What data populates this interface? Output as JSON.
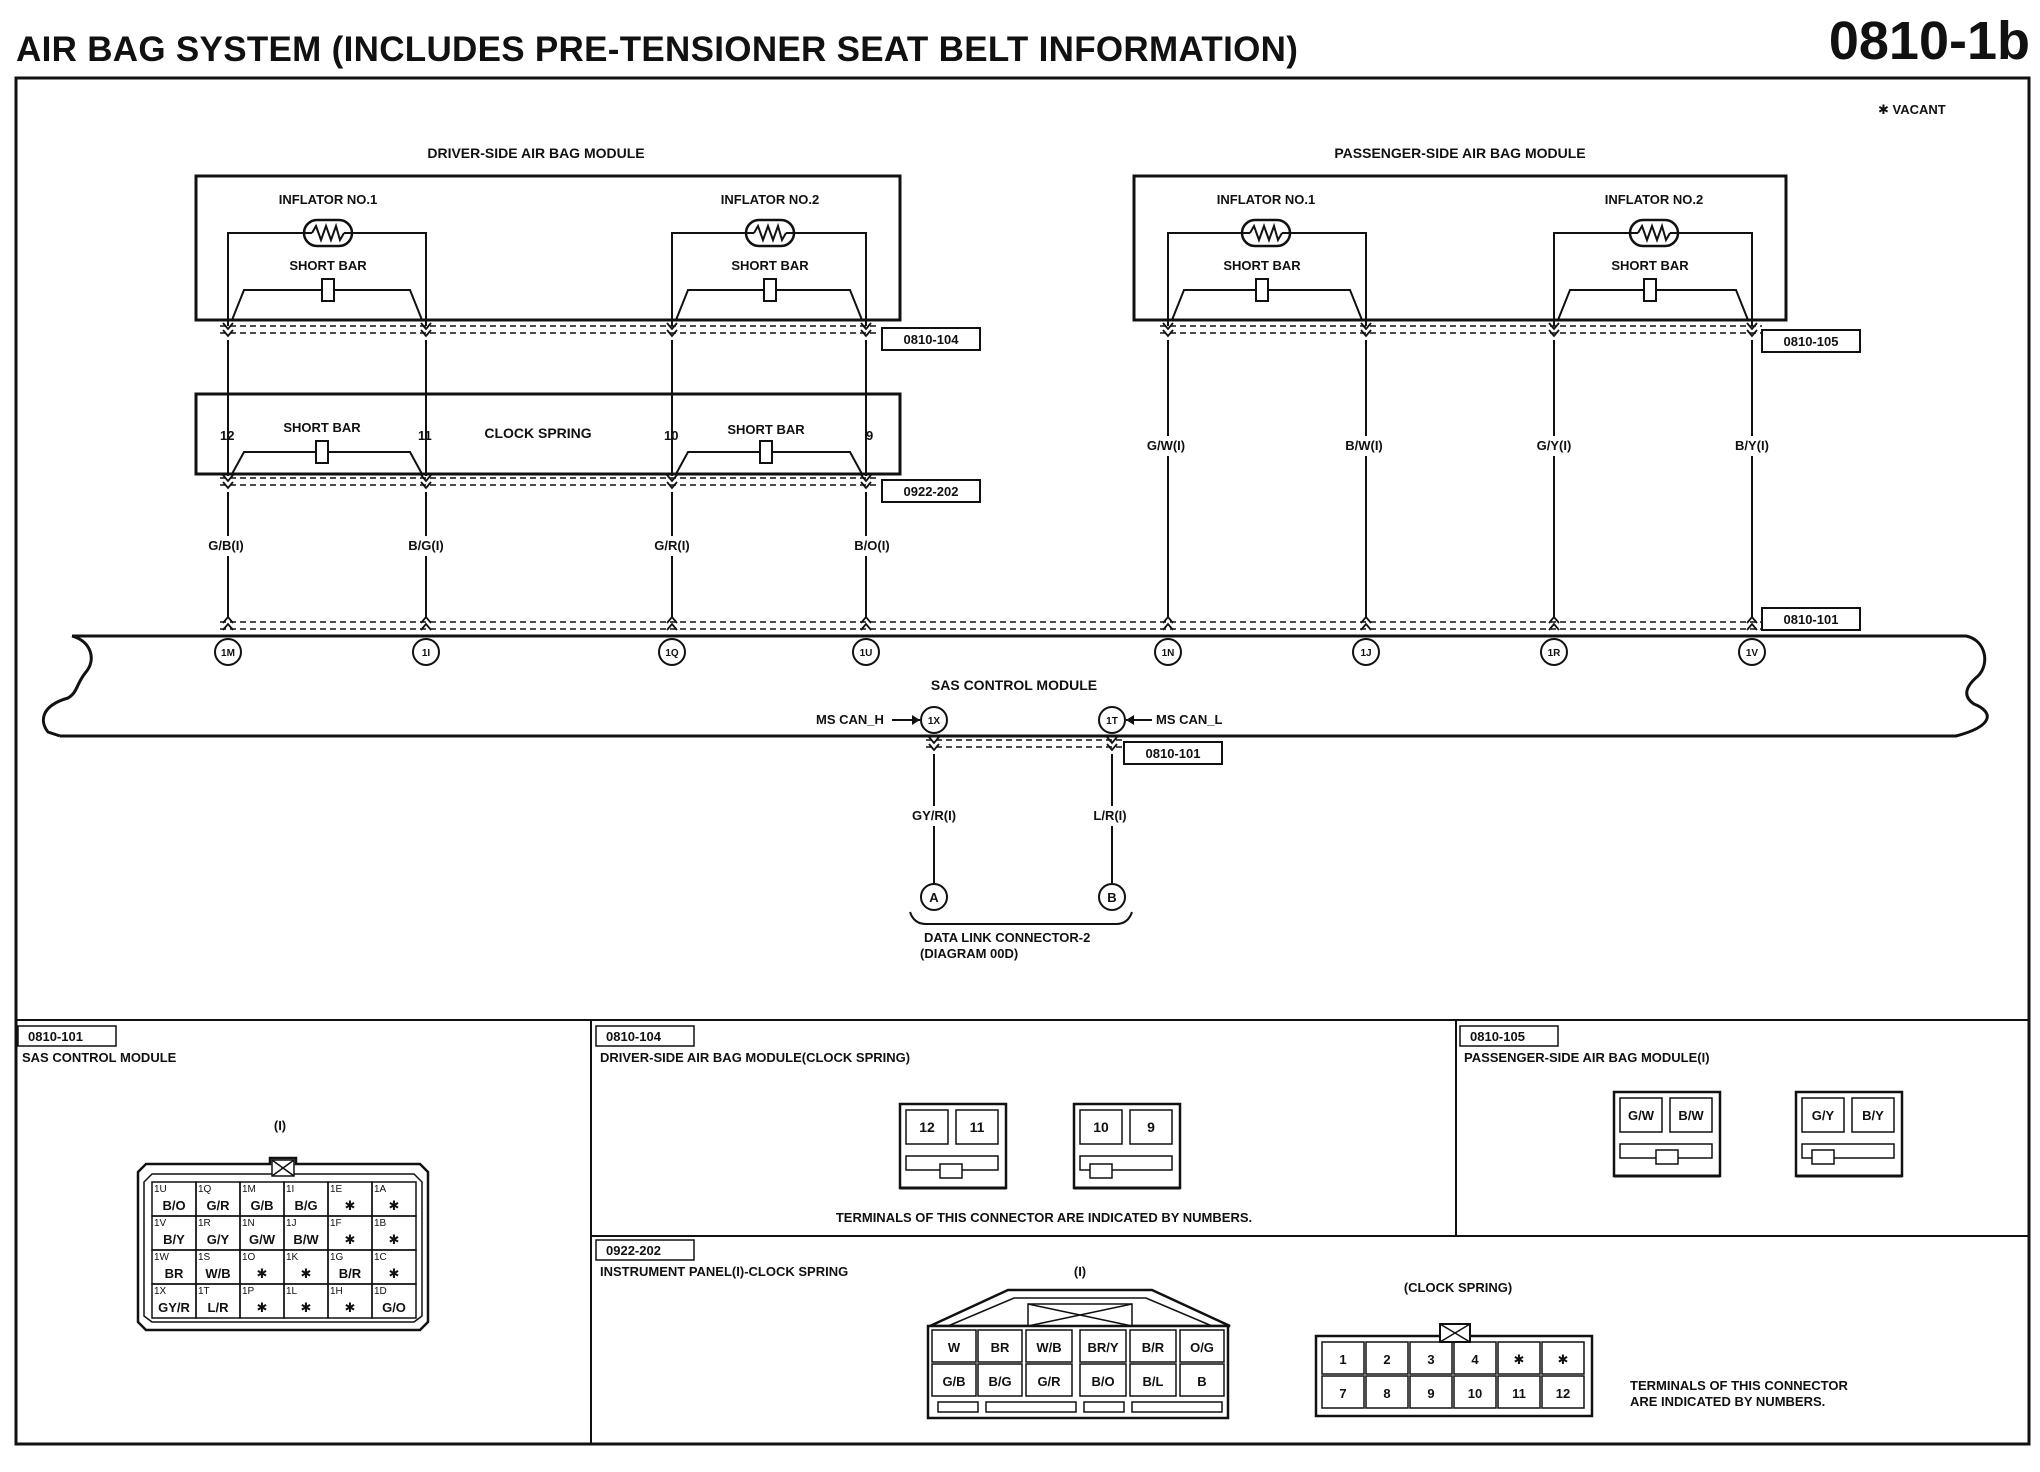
{
  "header": {
    "title": "AIR BAG SYSTEM (INCLUDES PRE-TENSIONER SEAT BELT INFORMATION)",
    "code": "0810-1b"
  },
  "legend": {
    "vacant": "✱ VACANT"
  },
  "driver": {
    "title": "DRIVER-SIDE AIR BAG MODULE",
    "inflator1": "INFLATOR NO.1",
    "inflator2": "INFLATOR NO.2",
    "short_bar": "SHORT BAR",
    "connector_ref": "0810-104"
  },
  "passenger": {
    "title": "PASSENGER-SIDE AIR BAG MODULE",
    "inflator1": "INFLATOR NO.1",
    "inflator2": "INFLATOR NO.2",
    "short_bar": "SHORT BAR",
    "connector_ref": "0810-105",
    "wires": [
      "G/W(I)",
      "B/W(I)",
      "G/Y(I)",
      "B/Y(I)"
    ]
  },
  "clock_spring": {
    "title": "CLOCK SPRING",
    "short_bar": "SHORT BAR",
    "pins": [
      "12",
      "11",
      "10",
      "9"
    ],
    "connector_ref": "0922-202",
    "wires": [
      "G/B(I)",
      "B/G(I)",
      "G/R(I)",
      "B/O(I)"
    ]
  },
  "sas": {
    "title": "SAS CONTROL MODULE",
    "connector_ref": "0810-101",
    "terminals": [
      "1M",
      "1I",
      "1Q",
      "1U",
      "1N",
      "1J",
      "1R",
      "1V"
    ],
    "can_h": "MS CAN_H",
    "can_l": "MS CAN_L",
    "can_h_pin": "1X",
    "can_l_pin": "1T",
    "can_ref": "0810-101",
    "can_wires": [
      "GY/R(I)",
      "L/R(I)"
    ]
  },
  "dlc": {
    "pin_a": "A",
    "pin_b": "B",
    "title": "DATA LINK CONNECTOR-2",
    "subtitle": "(DIAGRAM 00D)"
  },
  "panels": {
    "p101": {
      "ref": "0810-101",
      "title": "SAS CONTROL MODULE",
      "side": "(I)",
      "rows": [
        [
          [
            "1U",
            "B/O"
          ],
          [
            "1Q",
            "G/R"
          ],
          [
            "1M",
            "G/B"
          ],
          [
            "1I",
            "B/G"
          ],
          [
            "1E",
            "✱"
          ],
          [
            "1A",
            "✱"
          ]
        ],
        [
          [
            "1V",
            "B/Y"
          ],
          [
            "1R",
            "G/Y"
          ],
          [
            "1N",
            "G/W"
          ],
          [
            "1J",
            "B/W"
          ],
          [
            "1F",
            "✱"
          ],
          [
            "1B",
            "✱"
          ]
        ],
        [
          [
            "1W",
            "BR"
          ],
          [
            "1S",
            "W/B"
          ],
          [
            "1O",
            "✱"
          ],
          [
            "1K",
            "✱"
          ],
          [
            "1G",
            "B/R"
          ],
          [
            "1C",
            "✱"
          ]
        ],
        [
          [
            "1X",
            "GY/R"
          ],
          [
            "1T",
            "L/R"
          ],
          [
            "1P",
            "✱"
          ],
          [
            "1L",
            "✱"
          ],
          [
            "1H",
            "✱"
          ],
          [
            "1D",
            "G/O"
          ]
        ]
      ]
    },
    "p104": {
      "ref": "0810-104",
      "title": "DRIVER-SIDE AIR BAG MODULE(CLOCK SPRING)",
      "conn1": [
        "12",
        "11"
      ],
      "conn2": [
        "10",
        "9"
      ],
      "note": "TERMINALS OF THIS CONNECTOR ARE INDICATED BY NUMBERS."
    },
    "p105": {
      "ref": "0810-105",
      "title": "PASSENGER-SIDE AIR BAG MODULE(I)",
      "conn1": [
        "G/W",
        "B/W"
      ],
      "conn2": [
        "G/Y",
        "B/Y"
      ]
    },
    "p202": {
      "ref": "0922-202",
      "title": "INSTRUMENT PANEL(I)-CLOCK SPRING",
      "side_i": "(I)",
      "side_cs": "(CLOCK SPRING)",
      "ip_top": [
        "W",
        "BR",
        "W/B",
        "BR/Y",
        "B/R",
        "O/G"
      ],
      "ip_bottom": [
        "G/B",
        "B/G",
        "G/R",
        "B/O",
        "B/L",
        "B"
      ],
      "cs_top": [
        "1",
        "2",
        "3",
        "4",
        "✱",
        "✱"
      ],
      "cs_bottom": [
        "7",
        "8",
        "9",
        "10",
        "11",
        "12"
      ],
      "note1": "TERMINALS OF THIS CONNECTOR",
      "note2": "ARE INDICATED BY NUMBERS."
    }
  }
}
